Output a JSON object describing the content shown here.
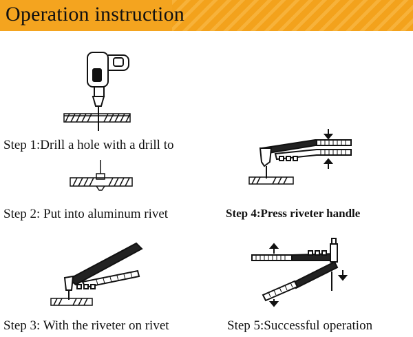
{
  "header": {
    "title": "Operation instruction",
    "accent_color": "#f4a41f"
  },
  "steps": [
    {
      "label": "Step 1:Drill a hole with a drill to"
    },
    {
      "label": "Step 2: Put into aluminum rivet"
    },
    {
      "label": "Step 3: With the riveter on rivet"
    },
    {
      "label": "Step 4:Press riveter handle"
    },
    {
      "label": "Step 5:Successful operation"
    }
  ],
  "illustrations": [
    "drill-icon",
    "rivet-in-plate-icon",
    "riveter-on-rivet-icon",
    "riveter-press-icon",
    "riveter-open-icon"
  ]
}
